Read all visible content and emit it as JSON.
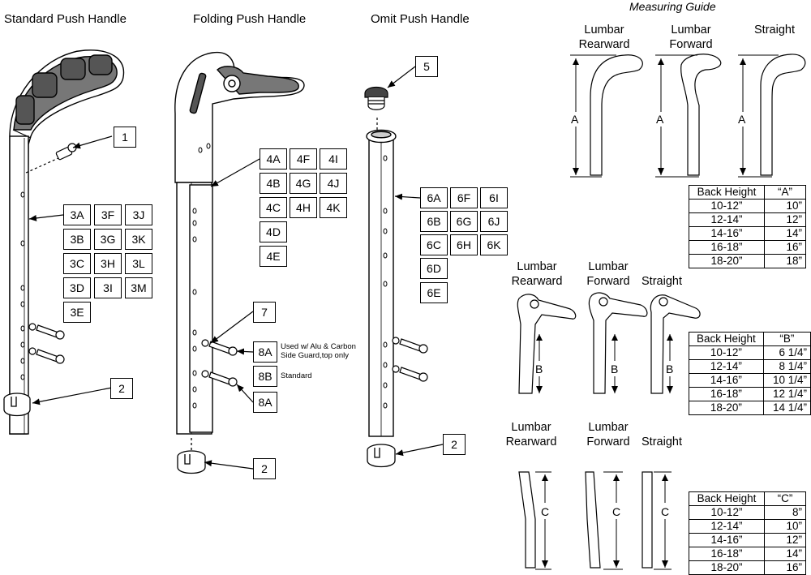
{
  "headers": {
    "standard": "Standard Push Handle",
    "folding": "Folding Push Handle",
    "omit": "Omit Push Handle",
    "guide": "Measuring Guide"
  },
  "std_parts": {
    "p1": "1",
    "p2": "2",
    "grid": [
      "3A",
      "3F",
      "3J",
      "3B",
      "3G",
      "3K",
      "3C",
      "3H",
      "3L",
      "3D",
      "3I",
      "3M",
      "3E"
    ]
  },
  "fold_parts": {
    "grid": [
      "4A",
      "4F",
      "4I",
      "4B",
      "4G",
      "4J",
      "4C",
      "4H",
      "4K",
      "4D",
      "4E"
    ],
    "p7": "7",
    "p8a": "8A",
    "p8b": "8B",
    "p8a2": "8A",
    "p2": "2",
    "note_8a": "Used w/ Alu & Carbon Side Guard,top only",
    "note_8b": "Standard"
  },
  "omit_parts": {
    "p5": "5",
    "grid": [
      "6A",
      "6F",
      "6I",
      "6B",
      "6G",
      "6J",
      "6C",
      "6H",
      "6K",
      "6D",
      "6E"
    ],
    "p2": "2"
  },
  "guide": {
    "rowA": {
      "labels": [
        "Lumbar Rearward",
        "Lumbar Forward",
        "Straight"
      ],
      "dim": "A"
    },
    "rowB": {
      "labels": [
        "Lumbar Rearward",
        "Lumbar Forward",
        "Straight"
      ],
      "dim": "B"
    },
    "rowC": {
      "labels": [
        "Lumbar Rearward",
        "Lumbar Forward",
        "Straight"
      ],
      "dim": "C"
    }
  },
  "tableA": {
    "headers": [
      "Back Height",
      "“A”"
    ],
    "rows": [
      [
        "10-12”",
        "10”"
      ],
      [
        "12-14”",
        "12”"
      ],
      [
        "14-16”",
        "14”"
      ],
      [
        "16-18”",
        "16”"
      ],
      [
        "18-20”",
        "18”"
      ]
    ]
  },
  "tableB": {
    "headers": [
      "Back Height",
      "“B”"
    ],
    "rows": [
      [
        "10-12”",
        "6 1/4”"
      ],
      [
        "12-14”",
        "8 1/4”"
      ],
      [
        "14-16”",
        "10 1/4”"
      ],
      [
        "16-18”",
        "12 1/4”"
      ],
      [
        "18-20”",
        "14 1/4”"
      ]
    ]
  },
  "tableC": {
    "headers": [
      "Back Height",
      "“C”"
    ],
    "rows": [
      [
        "10-12”",
        "8”"
      ],
      [
        "12-14”",
        "10”"
      ],
      [
        "14-16”",
        "12”"
      ],
      [
        "16-18”",
        "14”"
      ],
      [
        "18-20”",
        "16”"
      ]
    ]
  }
}
